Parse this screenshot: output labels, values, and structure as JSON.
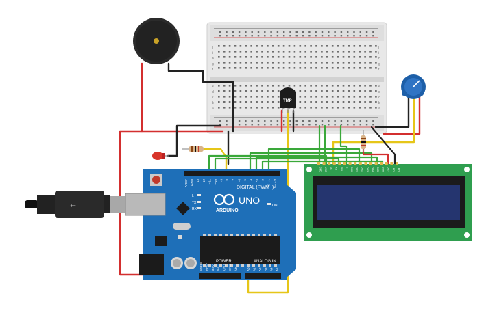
{
  "arduino": {
    "brand": "ARDUINO",
    "model": "UNO",
    "digital_label": "DIGITAL (PWM~)",
    "power_label": "POWER",
    "analog_label": "ANALOG IN",
    "on_label": "ON",
    "tx_label": "TX",
    "rx_label": "RX",
    "l_label": "L",
    "analog_pins": [
      "A0",
      "A1",
      "A2",
      "A3",
      "A4",
      "A5"
    ],
    "power_pins": [
      "IOREF",
      "RESET",
      "3.3V",
      "5V",
      "GND",
      "GND",
      "Vin"
    ],
    "digital_pins": [
      "AREF",
      "GND",
      "13",
      "12",
      "~11",
      "~10",
      "~9",
      "8",
      "7",
      "~6",
      "~5",
      "4",
      "~3",
      "2",
      "TX→1",
      "RX←0"
    ]
  },
  "sensor": {
    "label": "TMP"
  },
  "lcd": {
    "pins": [
      "GND",
      "VCC",
      "V0",
      "RS",
      "RW",
      "E",
      "DB0",
      "DB1",
      "DB2",
      "DB3",
      "DB4",
      "DB5",
      "DB6",
      "DB7",
      "LED",
      "LED"
    ]
  },
  "breadboard": {
    "row_letters_top": [
      "j",
      "i",
      "h",
      "g",
      "f"
    ],
    "row_letters_bottom": [
      "e",
      "d",
      "c",
      "b",
      "a"
    ]
  },
  "colors": {
    "board": "#1e6fb8",
    "lcd_pcb": "#2f9e4f",
    "lcd_screen": "#25356f",
    "wire_red": "#d32f2f",
    "wire_black": "#222222",
    "wire_green": "#3aa83a",
    "wire_yellow": "#e6c619"
  }
}
